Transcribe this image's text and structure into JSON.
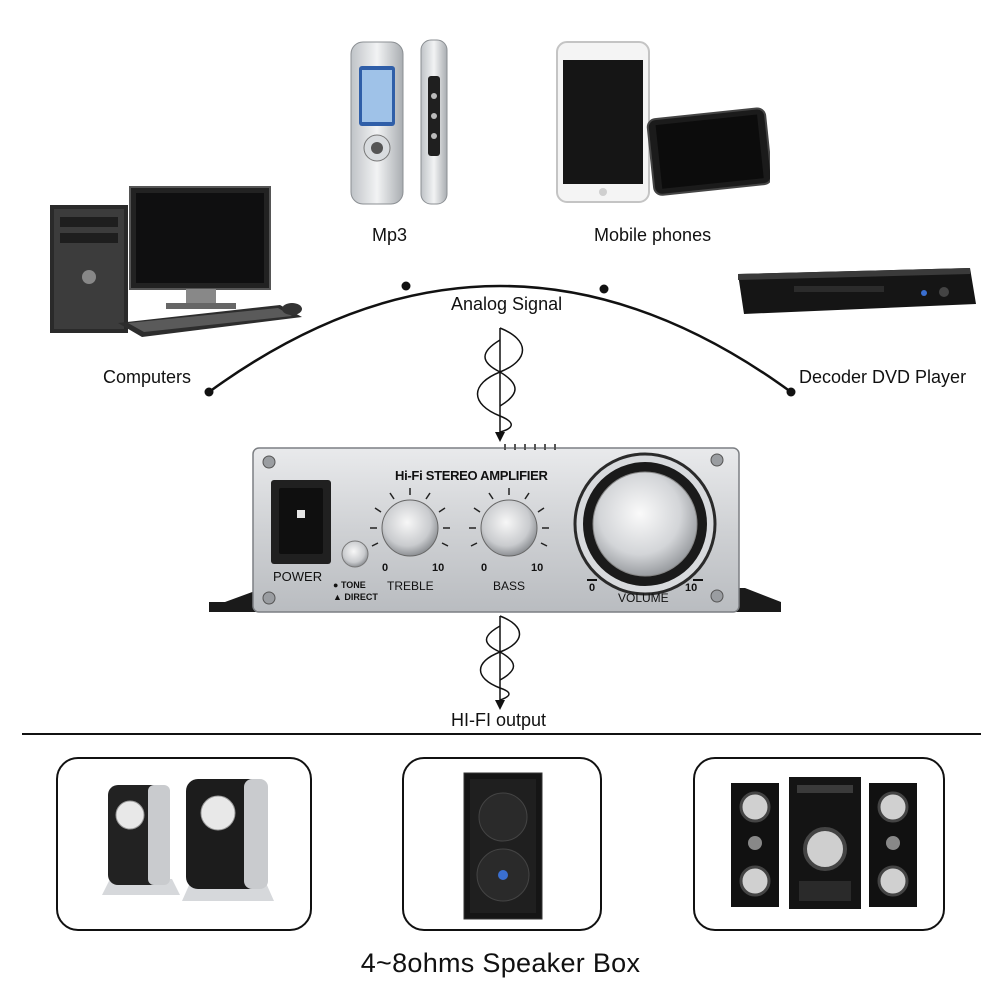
{
  "sources": {
    "mp3": "Mp3",
    "mobile": "Mobile phones",
    "computers": "Computers",
    "dvd": "Decoder DVD Player"
  },
  "signal_in": "Analog Signal",
  "signal_out": "HI-FI output",
  "amplifier": {
    "brand": "Hi-Fi STEREO AMPLIFIER",
    "power": "POWER",
    "tone": "TONE",
    "direct": "DIRECT",
    "treble": "TREBLE",
    "bass": "BASS",
    "volume": "VOLUME",
    "min": "0",
    "max": "10"
  },
  "footer_title": "4~8ohms Speaker Box"
}
